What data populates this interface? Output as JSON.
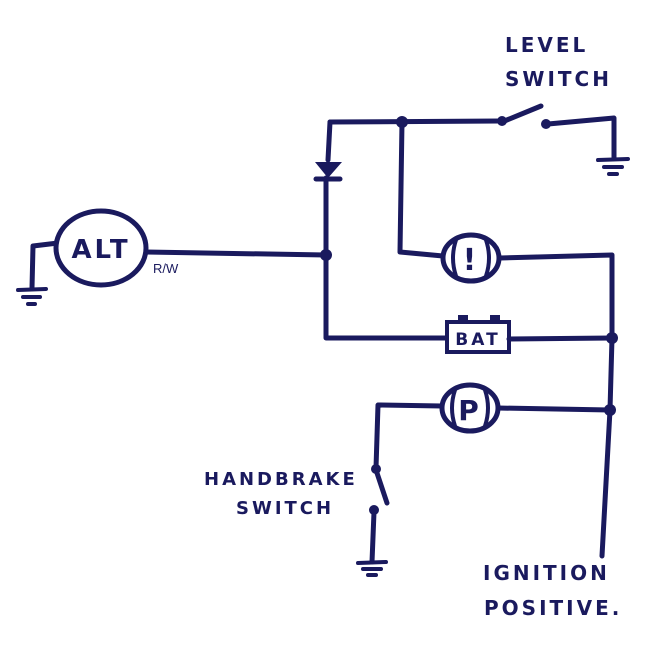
{
  "labels": {
    "level_switch_line1": "LEVEL",
    "level_switch_line2": "SWITCH",
    "alt": "ALT",
    "rw": "R/W",
    "warning": "!",
    "bat": "BAT",
    "park": "P",
    "handbrake_line1": "HANDBRAKE",
    "handbrake_line2": "SWITCH",
    "ignition_line1": "IGNITION",
    "ignition_line2": "POSITIVE."
  }
}
